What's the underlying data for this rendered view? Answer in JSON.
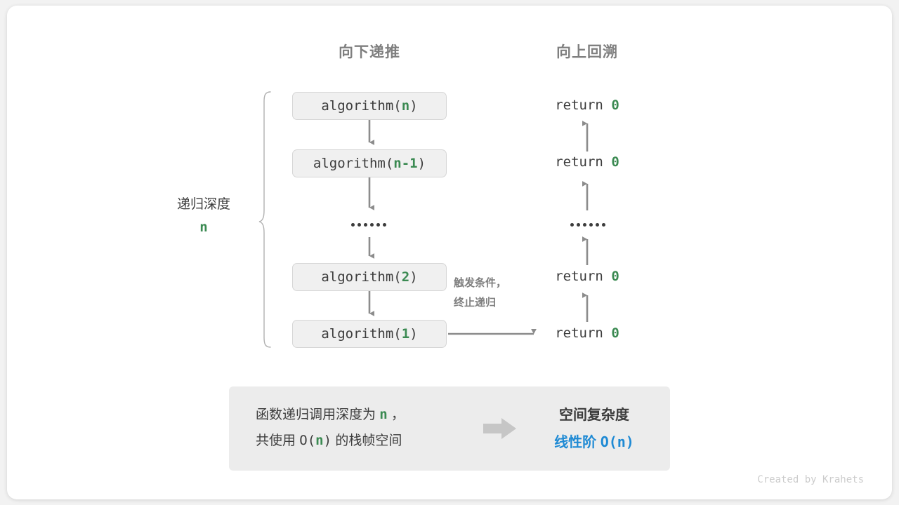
{
  "headers": {
    "down": "向下递推",
    "up": "向上回溯"
  },
  "depth": {
    "label": "递归深度",
    "value": "n"
  },
  "calls": [
    {
      "name": "algorithm(",
      "arg": "n",
      "close": ")"
    },
    {
      "name": "algorithm(",
      "arg": "n-1",
      "close": ")"
    },
    {
      "name": "algorithm(",
      "arg": "2",
      "close": ")"
    },
    {
      "name": "algorithm(",
      "arg": "1",
      "close": ")"
    }
  ],
  "returns": [
    {
      "keyword": "return",
      "value": "0"
    },
    {
      "keyword": "return",
      "value": "0"
    },
    {
      "keyword": "return",
      "value": "0"
    },
    {
      "keyword": "return",
      "value": "0"
    }
  ],
  "ellipsis": "••••••",
  "trigger_note": {
    "line1": "触发条件，",
    "line2": "终止递归"
  },
  "summary": {
    "line1_pre": "函数递归调用深度为 ",
    "line1_hl": "n",
    "line1_post": " ，",
    "line2_pre": "共使用 ",
    "line2_mono_open": "O(",
    "line2_hl": "n",
    "line2_mono_close": ")",
    "line2_post": " 的栈帧空间",
    "title": "空间复杂度",
    "value_text": "线性阶 ",
    "value_mono": "O(n)"
  },
  "footer": "Created by Krahets",
  "colors": {
    "accent_green": "#3b8a52",
    "accent_blue": "#1f8ad4",
    "text": "#3c3c3c",
    "muted": "#7f7f7f",
    "box_fill": "#f0f0f0",
    "panel_fill": "#ececec",
    "arrow": "#8c8c8c"
  }
}
